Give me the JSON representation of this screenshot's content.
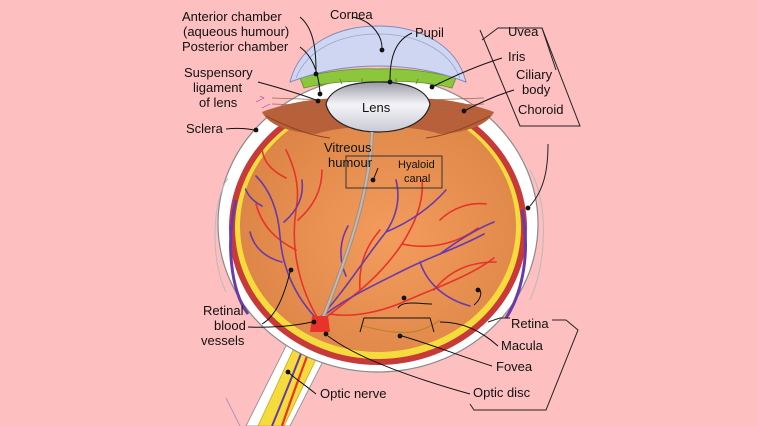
{
  "colors": {
    "background": "#fdbfbf",
    "vitreous": "#e08a4a",
    "vitreous_light": "#f29a5a",
    "sclera": "#ffffff",
    "retina_band": "#f5dc3c",
    "choroid_band": "#c83a3a",
    "cornea": "#cfd6f2",
    "iris": "#8cc63c",
    "lens": "#e8e8ee",
    "optic_nerve": "#f5dc3c",
    "artery": "#e8332a",
    "vein": "#6a3aa8"
  },
  "labels": {
    "anterior_chamber_line1": "Anterior chamber",
    "anterior_chamber_line2": "(aqueous humour)",
    "posterior_chamber": "Posterior chamber",
    "suspensory_line1": "Suspensory",
    "suspensory_line2": "ligament",
    "suspensory_line3": "of lens",
    "sclera": "Sclera",
    "cornea": "Cornea",
    "pupil": "Pupil",
    "lens": "Lens",
    "vitreous_line1": "Vitreous",
    "vitreous_line2": "humour",
    "hyaloid_line1": "Hyaloid",
    "hyaloid_line2": "canal",
    "uvea": "Uvea",
    "iris": "Iris",
    "ciliary_line1": "Ciliary",
    "ciliary_line2": "body",
    "choroid": "Choroid",
    "retinal_vessels_line1": "Retinal",
    "retinal_vessels_line2": "blood",
    "retinal_vessels_line3": "vessels",
    "retina": "Retina",
    "macula": "Macula",
    "fovea": "Fovea",
    "optic_nerve": "Optic nerve",
    "optic_disc": "Optic disc"
  }
}
